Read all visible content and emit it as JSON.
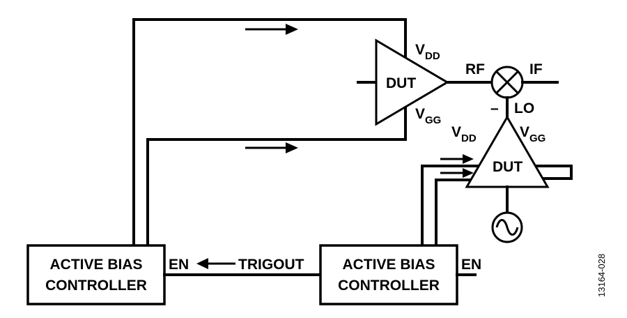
{
  "controller_left": {
    "line1": "ACTIVE BIAS",
    "line2": "CONTROLLER"
  },
  "controller_right": {
    "line1": "ACTIVE BIAS",
    "line2": "CONTROLLER"
  },
  "dut_top": {
    "label": "DUT",
    "supply": "V",
    "supply_sub": "DD",
    "gate": "V",
    "gate_sub": "GG"
  },
  "dut_bottom": {
    "label": "DUT",
    "supply": "V",
    "supply_sub": "DD",
    "gate": "V",
    "gate_sub": "GG"
  },
  "mixer": {
    "rf": "RF",
    "if": "IF",
    "lo": "LO",
    "minus": "–"
  },
  "signals": {
    "en_left": "EN",
    "en_right": "EN",
    "trigout": "TRIGOUT"
  },
  "figure_id": "13164-028"
}
